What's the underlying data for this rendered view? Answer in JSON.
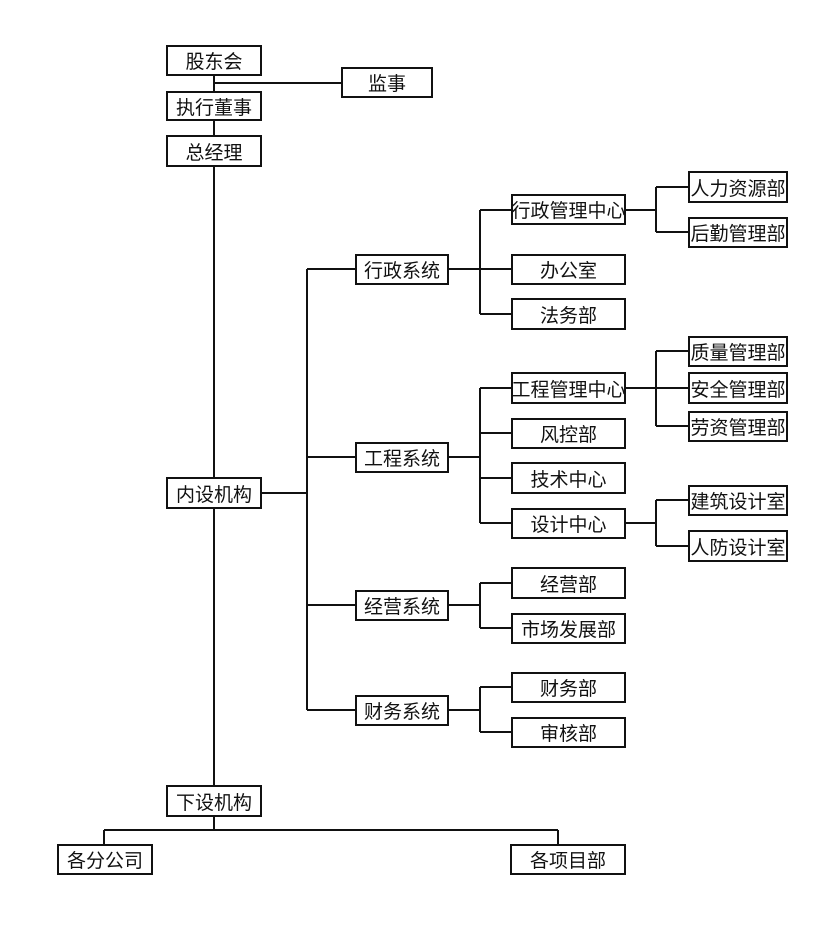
{
  "nodes": {
    "shareholders": "股东会",
    "executive_director": "执行董事",
    "supervisor": "监事",
    "general_manager": "总经理",
    "internal_units": "内设机构",
    "subordinate_units": "下设机构",
    "branch_companies": "各分公司",
    "project_departments": "各项目部",
    "admin_system": "行政系统",
    "engineering_system": "工程系统",
    "operations_system": "经营系统",
    "finance_system": "财务系统",
    "admin_center": "行政管理中心",
    "office": "办公室",
    "legal_dept": "法务部",
    "hr_dept": "人力资源部",
    "logistics_dept": "后勤管理部",
    "engineering_center": "工程管理中心",
    "risk_dept": "风控部",
    "tech_center": "技术中心",
    "design_center": "设计中心",
    "quality_dept": "质量管理部",
    "safety_dept": "安全管理部",
    "labor_dept": "劳资管理部",
    "architecture_design_office": "建筑设计室",
    "civil_defense_design_office": "人防设计室",
    "business_dept": "经营部",
    "market_development_dept": "市场发展部",
    "finance_dept": "财务部",
    "audit_dept": "审核部"
  }
}
